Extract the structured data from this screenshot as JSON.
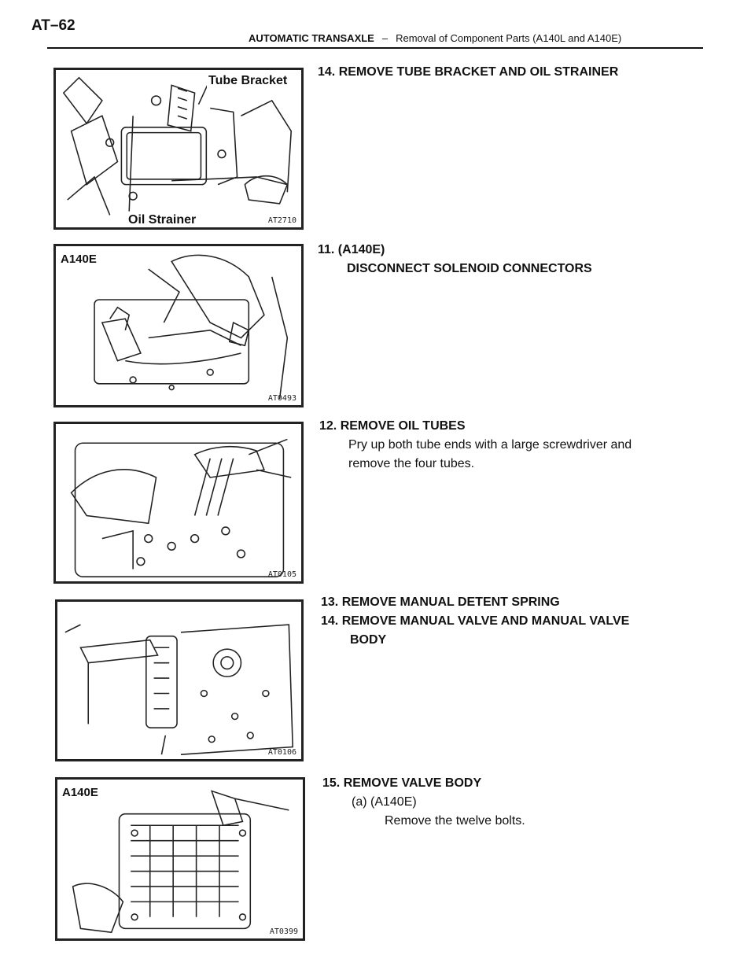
{
  "header": {
    "page_number": "AT–62",
    "section": "AUTOMATIC TRANSAXLE",
    "separator": "–",
    "subtitle": "Removal of Component Parts (A140L and A140E)"
  },
  "figures": [
    {
      "code": "AT2710",
      "labels": {
        "tube_bracket": "Tube Bracket",
        "oil_strainer": "Oil Strainer"
      }
    },
    {
      "code": "AT0493",
      "badge": "A140E"
    },
    {
      "code": "AT0105"
    },
    {
      "code": "AT0106"
    },
    {
      "code": "AT0399",
      "badge": "A140E"
    }
  ],
  "steps": [
    {
      "heading": "14. REMOVE TUBE BRACKET AND OIL STRAINER"
    },
    {
      "heading": "11. (A140E)",
      "heading_cont": "DISCONNECT SOLENOID CONNECTORS"
    },
    {
      "heading": "12. REMOVE OIL TUBES",
      "body_line1": "Pry up both tube ends with a large screwdriver and",
      "body_line2": "remove the four tubes."
    },
    {
      "heading": "13. REMOVE MANUAL DETENT SPRING",
      "heading2": "14. REMOVE MANUAL VALVE AND MANUAL VALVE",
      "heading2_cont": "BODY"
    },
    {
      "heading": "15. REMOVE VALVE BODY",
      "sub": "(a) (A140E)",
      "sub_body": "Remove the twelve bolts."
    }
  ]
}
